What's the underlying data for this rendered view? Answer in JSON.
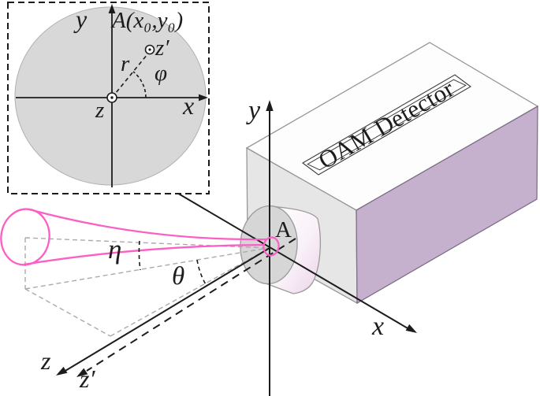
{
  "figure": {
    "kind": "physics schematic of a tilted OAM beam entering a detector",
    "inset": {
      "plane_point_label": "A(x₀,y₀)",
      "x_axis": "x",
      "y_axis": "y",
      "origin_out_of_plane_axis": "z",
      "beam_out_of_plane_axis": "z′",
      "radial_coordinate": "r",
      "azimuthal_angle": "φ"
    },
    "main": {
      "x_axis": "x",
      "y_axis": "y",
      "z_axis": "z",
      "z_prime_axis": "z′",
      "angle_eta": "η",
      "angle_theta": "θ",
      "aperture_label": "A",
      "detector_label": "OAM Detector"
    },
    "colors": {
      "ink_black": "#1c1c1c",
      "beam_pink": "#fb5ec4",
      "detector_side_purple": "#c5b1cd",
      "detector_face_gray": "#e6e6e6",
      "detector_top_white": "#fdfdfd",
      "inset_disk_gray": "#d8d8d8",
      "construction_gray": "#aaaaaa",
      "barrel_pink_tint": "#ecd3e9",
      "edge_gray": "#979797"
    }
  }
}
